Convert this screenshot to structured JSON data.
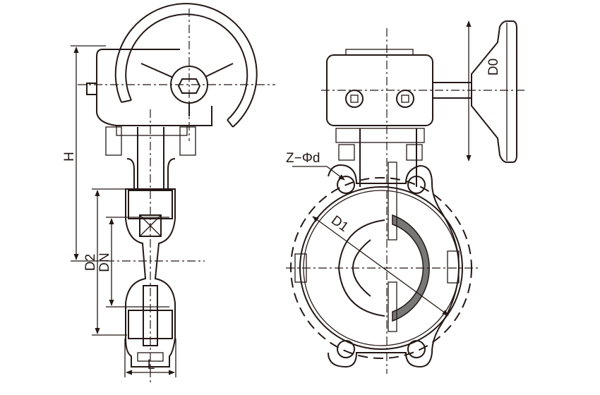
{
  "title": "Butterfly valve with worm gear operator - dimension drawing",
  "labels": {
    "H": "H",
    "D2": "D2",
    "DN": "DN",
    "L": "L",
    "Z_d": "Z−Φd",
    "D1": "D1",
    "D0": "D0"
  }
}
